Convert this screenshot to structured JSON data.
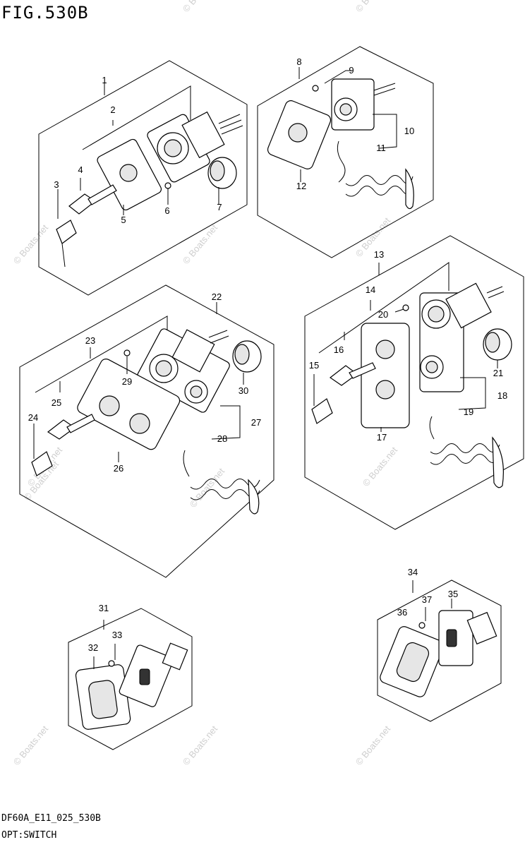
{
  "figure": {
    "title": "FIG.530B",
    "code": "DF60A_E11_025_530B",
    "label": "OPT:SWITCH"
  },
  "watermark": {
    "text": "© Boats.net"
  },
  "callouts": [
    "1",
    "2",
    "3",
    "4",
    "5",
    "6",
    "7",
    "8",
    "9",
    "10",
    "11",
    "12",
    "13",
    "14",
    "15",
    "16",
    "17",
    "18",
    "19",
    "20",
    "21",
    "22",
    "23",
    "24",
    "25",
    "26",
    "27",
    "28",
    "29",
    "30",
    "31",
    "32",
    "33",
    "34",
    "35",
    "36",
    "37"
  ]
}
